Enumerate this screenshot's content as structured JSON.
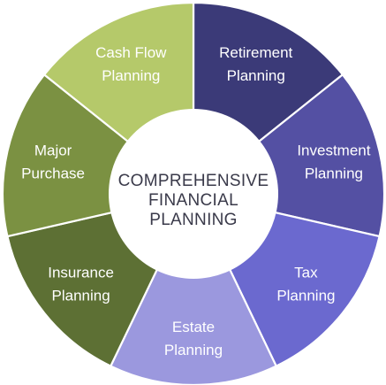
{
  "center": {
    "lines": [
      "COMPREHENSIVE",
      "FINANCIAL",
      "PLANNING"
    ]
  },
  "segments": [
    {
      "id": "retirement",
      "lines": [
        "Retirement",
        "Planning"
      ],
      "color": "#3b3a78"
    },
    {
      "id": "investment",
      "lines": [
        "Investment",
        "Planning"
      ],
      "color": "#5450a3"
    },
    {
      "id": "tax",
      "lines": [
        "Tax",
        "Planning"
      ],
      "color": "#6b69cf"
    },
    {
      "id": "estate",
      "lines": [
        "Estate",
        "Planning"
      ],
      "color": "#9b98de"
    },
    {
      "id": "insurance",
      "lines": [
        "Insurance",
        "Planning"
      ],
      "color": "#5d7034"
    },
    {
      "id": "major-purchase",
      "lines": [
        "Major",
        "Purchase"
      ],
      "color": "#7b9142"
    },
    {
      "id": "cash-flow",
      "lines": [
        "Cash Flow",
        "Planning"
      ],
      "color": "#b5c96a"
    }
  ]
}
